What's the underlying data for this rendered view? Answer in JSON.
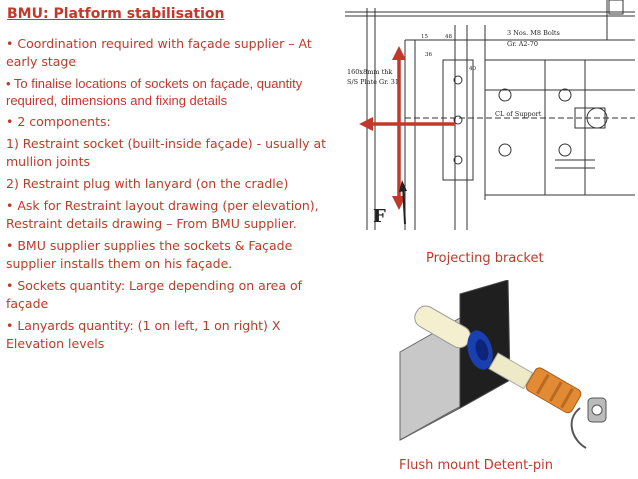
{
  "slide": {
    "title": "BMU: Platform stabilisation",
    "paragraphs": [
      "•  Coordination required with façade supplier – At early stage",
      "• To finalise locations of sockets on façade, quantity required, dimensions and fixing details",
      "•  2 components:",
      "1) Restraint socket (built-inside façade) - usually at mullion joints",
      "2) Restraint plug with lanyard (on the cradle)",
      "•  Ask for Restraint layout drawing (per elevation), Restraint details drawing – From BMU supplier.",
      "•  BMU supplier supplies the sockets & Façade supplier installs them on his façade.",
      "•  Sockets quantity: Large depending on area of façade",
      "•  Lanyards quantity: (1 on left, 1 on right) X Elevation levels"
    ]
  },
  "drawing_top": {
    "caption": "Projecting bracket",
    "force_label": "F",
    "labels": {
      "bolts": "3 Nos. M8 Bolts",
      "grade": "Gr. A2-70",
      "plate": "160x8mm thk",
      "plate_grade": "S/S Plate Gr. 31",
      "support": "CL of Support",
      "dim1": "15",
      "dim2": "48",
      "dim3": "36",
      "dim4": "40"
    }
  },
  "drawing_bottom": {
    "caption": "Flush mount Detent-pin"
  },
  "colors": {
    "text": "#c0392b",
    "arrow": "#c0392b"
  }
}
